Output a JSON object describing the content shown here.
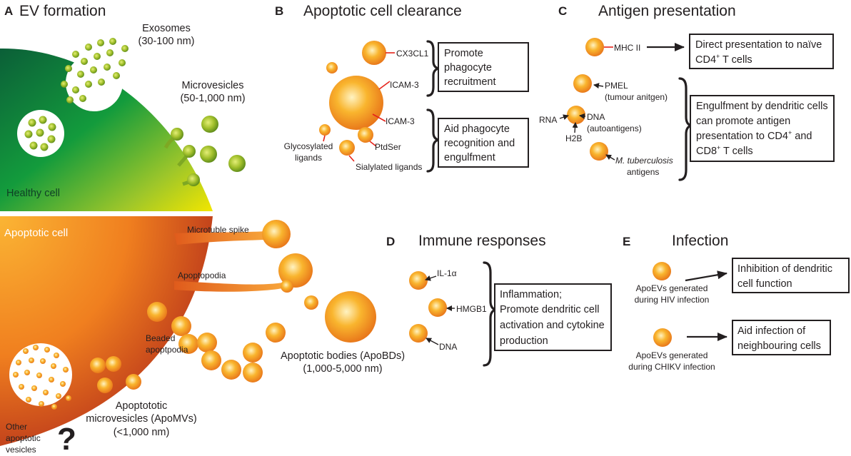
{
  "panel_a": {
    "letter": "A",
    "title": "EV formation",
    "exosomes": {
      "name": "Exosomes",
      "size": "(30-100 nm)"
    },
    "microvesicles": {
      "name": "Microvesicles",
      "size": "(50-1,000 nm)"
    },
    "healthy_cell": "Healthy cell",
    "apoptotic_cell": "Apoptotic cell",
    "microtuble_spike": "Microtuble spike",
    "apoptopodia": "Apoptopodia",
    "beaded_apoptopodia": [
      "Beaded",
      "apoptpodia"
    ],
    "apobds": {
      "name": "Apoptotic bodies (ApoBDs)",
      "size": "(1,000-5,000 nm)"
    },
    "apomvs": {
      "line1": "Apoptototic",
      "line2": "microvesicles (ApoMVs)",
      "size": "(<1,000 nm)"
    },
    "other": [
      "Other",
      "apoptotic",
      "vesicles"
    ],
    "question_mark": "?"
  },
  "panel_b": {
    "letter": "B",
    "title": "Apoptotic cell clearance",
    "labels": {
      "cx3cl1": "CX3CL1",
      "icam3_top": "ICAM-3",
      "icam3_bottom": "ICAM-3",
      "ptdser": "PtdSer",
      "glyco": [
        "Glycosylated",
        "ligands"
      ],
      "sialylated": "Sialylated ligands"
    },
    "box1": [
      "Promote",
      "phagocyte",
      "recruitment"
    ],
    "box2": [
      "Aid phagocyte",
      "recognition and",
      "engulfment"
    ]
  },
  "panel_c": {
    "letter": "C",
    "title": "Antigen presentation",
    "mhc2": "MHC II",
    "box1_line1": "Direct presentation to naïve",
    "box1_line2_pre": "CD4",
    "box1_line2_sup": "+",
    "box1_line2_post": " T cells",
    "pmel": [
      "PMEL",
      "(tumour anitgen)"
    ],
    "rna": "RNA",
    "dna": [
      "DNA",
      "(autoantigens)"
    ],
    "h2b": "H2B",
    "mtb_italic": "M. tuberculosis",
    "mtb_rest": "antigens",
    "box2_line1": "Engulfment by dendritic cells",
    "box2_line2": "can promote antigen",
    "box2_line3_pre": "presentation to CD4",
    "box2_line3_sup": "+",
    "box2_line3_post": "  and",
    "box2_line4_pre": "CD8",
    "box2_line4_sup": "+",
    "box2_line4_post": " T cells"
  },
  "panel_d": {
    "letter": "D",
    "title": "Immune responses",
    "il1a": "IL-1α",
    "hmgb1": "HMGB1",
    "dna": "DNA",
    "box": [
      "Inflammation;",
      "Promote dendritic cell",
      "activation and cytokine",
      "production"
    ]
  },
  "panel_e": {
    "letter": "E",
    "title": "Infection",
    "hiv": [
      "ApoEVs generated",
      "during HIV infection"
    ],
    "chikv": [
      "ApoEVs generated",
      "during CHIKV infection"
    ],
    "box1": [
      "Inhibition of dendritic",
      "cell function"
    ],
    "box2": [
      "Aid infection of",
      "neighbouring cells"
    ]
  },
  "colors": {
    "orange": "#f5a623",
    "orange_dark": "#e8731a",
    "vesicle_green": "#9ab82a",
    "healthy_green": "#119a3f",
    "healthy_yellow": "#f1e400",
    "apoptotic_red": "#c4401a",
    "lead_red": "#e5231b"
  }
}
